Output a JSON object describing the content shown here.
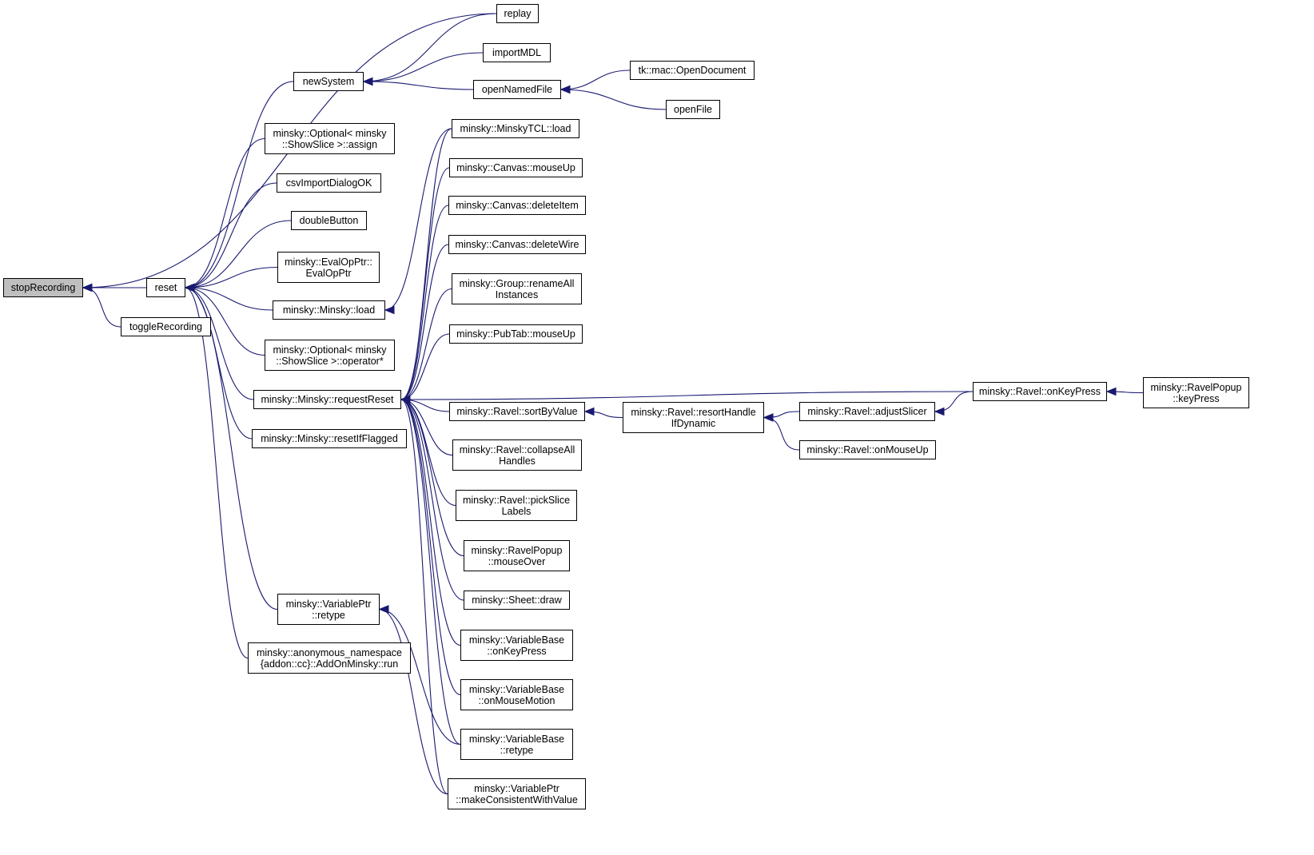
{
  "nodes": {
    "stopRecording": [
      "stopRecording"
    ],
    "reset": [
      "reset"
    ],
    "toggleRecording": [
      "toggleRecording"
    ],
    "replay": [
      "replay"
    ],
    "newSystem": [
      "newSystem"
    ],
    "importMDL": [
      "importMDL"
    ],
    "openNamedFile": [
      "openNamedFile"
    ],
    "tkOpenDocument": [
      "tk::mac::OpenDocument"
    ],
    "openFile": [
      "openFile"
    ],
    "optionalAssign": [
      "minsky::Optional< minsky",
      "::ShowSlice >::assign"
    ],
    "csvImportDialogOK": [
      "csvImportDialogOK"
    ],
    "doubleButton": [
      "doubleButton"
    ],
    "evalOpPtr": [
      "minsky::EvalOpPtr::",
      "EvalOpPtr"
    ],
    "minskyLoad": [
      "minsky::Minsky::load"
    ],
    "optionalOperator": [
      "minsky::Optional< minsky",
      "::ShowSlice >::operator*"
    ],
    "requestReset": [
      "minsky::Minsky::requestReset"
    ],
    "resetIfFlagged": [
      "minsky::Minsky::resetIfFlagged"
    ],
    "variablePtrRetype": [
      "minsky::VariablePtr",
      "::retype"
    ],
    "addOnMinskyRun": [
      "minsky::anonymous_namespace",
      "{addon::cc}::AddOnMinsky::run"
    ],
    "minskyTclLoad": [
      "minsky::MinskyTCL::load"
    ],
    "canvasMouseUp": [
      "minsky::Canvas::mouseUp"
    ],
    "canvasDeleteItem": [
      "minsky::Canvas::deleteItem"
    ],
    "canvasDeleteWire": [
      "minsky::Canvas::deleteWire"
    ],
    "groupRenameAll": [
      "minsky::Group::renameAll",
      "Instances"
    ],
    "pubTabMouseUp": [
      "minsky::PubTab::mouseUp"
    ],
    "ravelSortByValue": [
      "minsky::Ravel::sortByValue"
    ],
    "ravelCollapseAll": [
      "minsky::Ravel::collapseAll",
      "Handles"
    ],
    "ravelPickSlice": [
      "minsky::Ravel::pickSlice",
      "Labels"
    ],
    "ravelPopupMouseOver": [
      "minsky::RavelPopup",
      "::mouseOver"
    ],
    "sheetDraw": [
      "minsky::Sheet::draw"
    ],
    "varBaseOnKeyPress": [
      "minsky::VariableBase",
      "::onKeyPress"
    ],
    "varBaseOnMouseMotion": [
      "minsky::VariableBase",
      "::onMouseMotion"
    ],
    "varBaseRetype": [
      "minsky::VariableBase",
      "::retype"
    ],
    "varPtrMakeConsistent": [
      "minsky::VariablePtr",
      "::makeConsistentWithValue"
    ],
    "ravelResortHandle": [
      "minsky::Ravel::resortHandle",
      "IfDynamic"
    ],
    "ravelAdjustSlicer": [
      "minsky::Ravel::adjustSlicer"
    ],
    "ravelOnMouseUp": [
      "minsky::Ravel::onMouseUp"
    ],
    "ravelOnKeyPress": [
      "minsky::Ravel::onKeyPress"
    ],
    "ravelPopupKeyPress": [
      "minsky::RavelPopup",
      "::keyPress"
    ]
  },
  "edges": [
    [
      "replay",
      "stopRecording"
    ],
    [
      "reset",
      "stopRecording"
    ],
    [
      "toggleRecording",
      "stopRecording"
    ],
    [
      "newSystem",
      "reset"
    ],
    [
      "optionalAssign",
      "reset"
    ],
    [
      "csvImportDialogOK",
      "reset"
    ],
    [
      "doubleButton",
      "reset"
    ],
    [
      "evalOpPtr",
      "reset"
    ],
    [
      "minskyLoad",
      "reset"
    ],
    [
      "optionalOperator",
      "reset"
    ],
    [
      "requestReset",
      "reset"
    ],
    [
      "resetIfFlagged",
      "reset"
    ],
    [
      "variablePtrRetype",
      "reset"
    ],
    [
      "addOnMinskyRun",
      "reset"
    ],
    [
      "replay",
      "newSystem"
    ],
    [
      "importMDL",
      "newSystem"
    ],
    [
      "openNamedFile",
      "newSystem"
    ],
    [
      "tkOpenDocument",
      "openNamedFile"
    ],
    [
      "openFile",
      "openNamedFile"
    ],
    [
      "minskyTclLoad",
      "minskyLoad"
    ],
    [
      "minskyTclLoad",
      "requestReset"
    ],
    [
      "canvasMouseUp",
      "requestReset"
    ],
    [
      "canvasDeleteItem",
      "requestReset"
    ],
    [
      "canvasDeleteWire",
      "requestReset"
    ],
    [
      "groupRenameAll",
      "requestReset"
    ],
    [
      "pubTabMouseUp",
      "requestReset"
    ],
    [
      "ravelOnKeyPress",
      "requestReset"
    ],
    [
      "ravelSortByValue",
      "requestReset"
    ],
    [
      "ravelCollapseAll",
      "requestReset"
    ],
    [
      "ravelPickSlice",
      "requestReset"
    ],
    [
      "ravelPopupMouseOver",
      "requestReset"
    ],
    [
      "sheetDraw",
      "requestReset"
    ],
    [
      "varBaseOnKeyPress",
      "requestReset"
    ],
    [
      "varBaseOnMouseMotion",
      "requestReset"
    ],
    [
      "varBaseRetype",
      "requestReset"
    ],
    [
      "varPtrMakeConsistent",
      "requestReset"
    ],
    [
      "varBaseRetype",
      "variablePtrRetype"
    ],
    [
      "varPtrMakeConsistent",
      "variablePtrRetype"
    ],
    [
      "ravelResortHandle",
      "ravelSortByValue"
    ],
    [
      "ravelAdjustSlicer",
      "ravelResortHandle"
    ],
    [
      "ravelOnMouseUp",
      "ravelResortHandle"
    ],
    [
      "ravelOnKeyPress",
      "ravelAdjustSlicer"
    ],
    [
      "ravelPopupKeyPress",
      "ravelOnKeyPress"
    ]
  ],
  "colors": {
    "edge": "#191970",
    "root_fill": "#bfbfbf",
    "node_fill": "#ffffff",
    "node_border": "#000000"
  }
}
